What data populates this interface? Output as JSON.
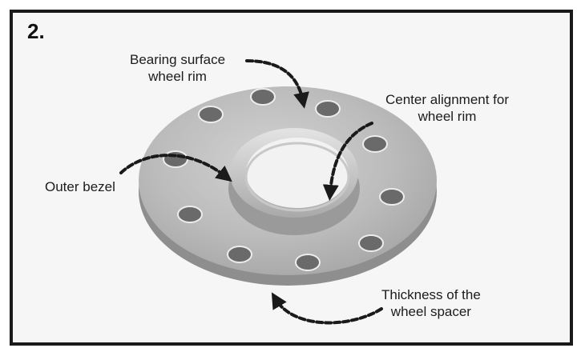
{
  "step_number": "2.",
  "labels": {
    "bearing_surface": [
      "Bearing surface",
      "wheel rim"
    ],
    "center_alignment": [
      "Center alignment for",
      "wheel rim"
    ],
    "outer_bezel": [
      "Outer bezel"
    ],
    "thickness": [
      "Thickness of the",
      "wheel spacer"
    ]
  },
  "colors": {
    "frame": "#1a1a1a",
    "spacer_face": "#b9b9b9",
    "spacer_edge": "#8e8e8e",
    "arrow": "#1a1a1a"
  }
}
